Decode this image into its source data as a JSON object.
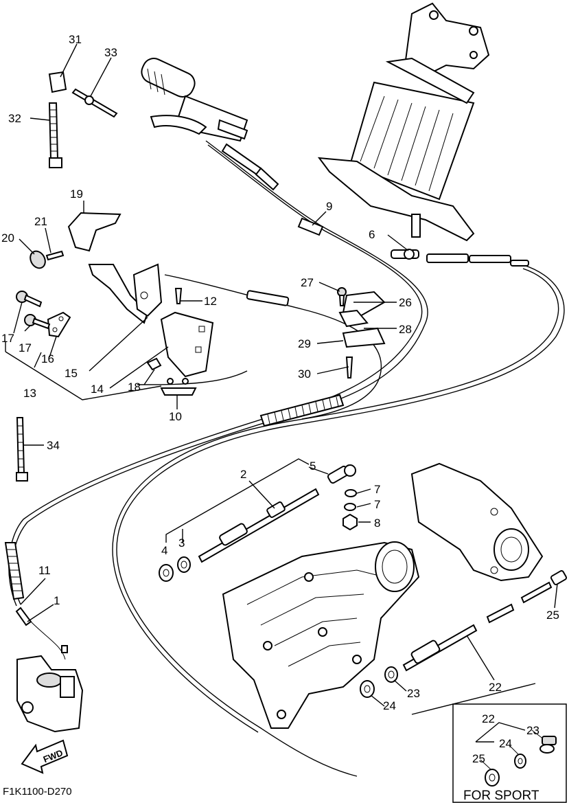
{
  "diagram": {
    "code": "F1K1100-D270",
    "fwd_label": "FWD",
    "inset_caption": "FOR SPORT",
    "labels": {
      "l1": "1",
      "l2": "2",
      "l3": "3",
      "l4": "4",
      "l5": "5",
      "l6": "6",
      "l7a": "7",
      "l7b": "7",
      "l8": "8",
      "l9": "9",
      "l10": "10",
      "l11": "11",
      "l12": "12",
      "l13": "13",
      "l14": "14",
      "l15": "15",
      "l16": "16",
      "l17a": "17",
      "l17b": "17",
      "l18": "18",
      "l19": "19",
      "l20": "20",
      "l21": "21",
      "l22": "22",
      "l23": "23",
      "l24": "24",
      "l25": "25",
      "l26": "26",
      "l27": "27",
      "l28": "28",
      "l29": "29",
      "l30": "30",
      "l31": "31",
      "l32": "32",
      "l33": "33",
      "l34": "34",
      "i22": "22",
      "i23": "23",
      "i24": "24",
      "i25": "25"
    }
  }
}
